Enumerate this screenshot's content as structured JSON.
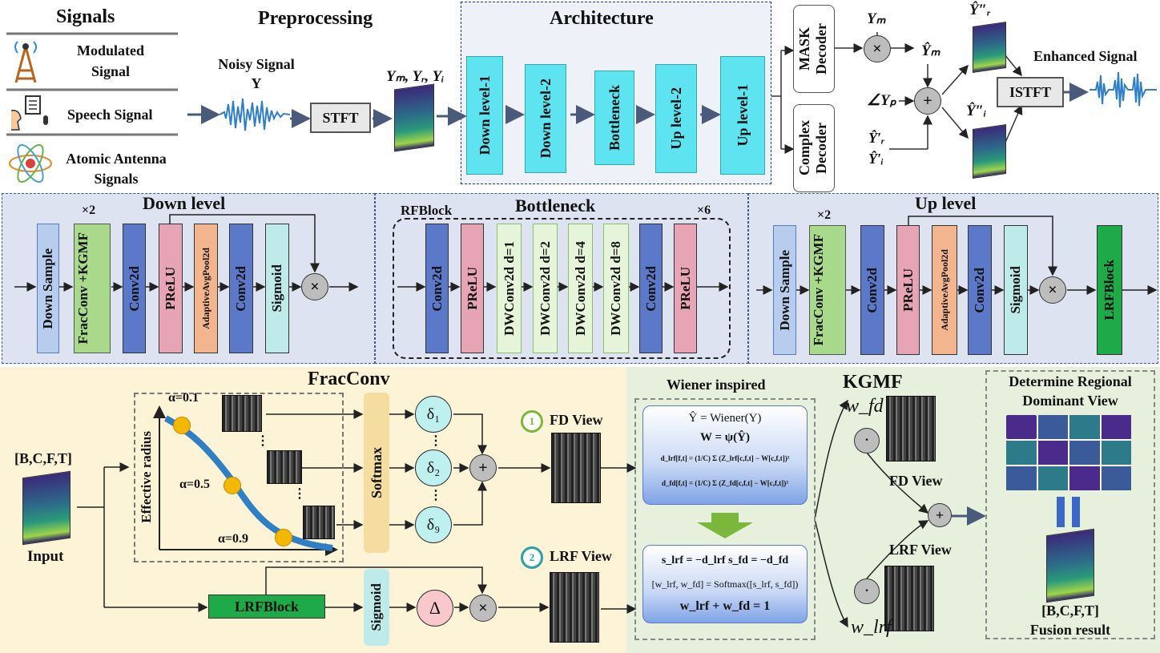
{
  "signals": {
    "title": "Signals",
    "modulated": "Modulated Signal",
    "speech": "Speech Signal",
    "atomic": "Atomic Antenna Signals"
  },
  "preprocessing": {
    "title": "Preprocessing",
    "noisy_line1": "Noisy Signal",
    "noisy_line2": "Y",
    "stft": "STFT",
    "ymri": "Yₘ, Yᵣ, Yᵢ"
  },
  "architecture": {
    "title": "Architecture",
    "blocks": [
      "Down level-1",
      "Down level-2",
      "Bottleneck",
      "Up level-2",
      "Up level-1"
    ]
  },
  "decoders": {
    "mask": "MASK Decoder",
    "complex": "Complex Decoder",
    "ym": "Yₘ",
    "ym_hat": "Ŷₘ",
    "angle": "∠Yₚ",
    "yr_prime": "Ŷ′ᵣ",
    "yi_prime": "Ŷ′ᵢ",
    "yr_dprime": "Ŷ″ᵣ",
    "yi_dprime": "Ŷ″ᵢ",
    "istft": "ISTFT",
    "enhanced": "Enhanced Signal"
  },
  "down_level": {
    "title": "Down  level",
    "mult": "×2",
    "blocks": [
      "Down  Sample",
      "FracConv +KGMF",
      "Conv2d",
      "PReLU",
      "AdaptiveAvgPool2d",
      "Conv2d",
      "Sigmoid"
    ]
  },
  "bottleneck": {
    "title": "Bottleneck",
    "rfblock": "RFBlock",
    "mult": "×6",
    "blocks": [
      "Conv2d",
      "PReLU",
      "DWConv2d d=1",
      "DWConv2d d=2",
      "DWConv2d d=4",
      "DWConv2d d=8",
      "Conv2d",
      "PReLU"
    ]
  },
  "up_level": {
    "title": "Up level",
    "mult": "×2",
    "blocks": [
      "Down  Sample",
      "FracConv +KGMF",
      "Conv2d",
      "PReLU",
      "AdaptiveAvgPool2d",
      "Conv2d",
      "Sigmoid",
      "LRFBlock"
    ]
  },
  "fracconv": {
    "title": "FracConv",
    "input_shape": "[B,C,F,T]",
    "input": "Input",
    "ylabel": "Effective radius",
    "alphas": [
      "α=0.1",
      "α=0.5",
      "α=0.9"
    ],
    "softmax": "Softmax",
    "deltas": [
      "δ₁",
      "δ₂",
      "δ₉"
    ],
    "fd_view": "FD View",
    "lrf_view": "LRF View",
    "lrfblock": "LRFBlock",
    "sigmoid": "Sigmoid",
    "delta": "Δ"
  },
  "wiener": {
    "title": "Wiener inspired",
    "eq1": "Ŷ = Wiener(Y)",
    "eq2": "W = ψ(Ŷ)",
    "eq3": "d_lrf[f,t] = (1/C) Σ (Z_lrf[c,f,t] − W[c,f,t])²",
    "eq4": "d_fd[f,t] = (1/C) Σ (Z_fd[c,f,t] − W[c,f,t])²",
    "eq5": "s_lrf = −d_lrf   s_fd = −d_fd",
    "eq6": "[w_lrf, w_fd] = Softmax([s_lrf, s_fd])",
    "eq7": "w_lrf + w_fd = 1"
  },
  "kgmf": {
    "title": "KGMF",
    "wfd": "w_fd",
    "wlrf": "w_lrf",
    "fd_view": "FD View",
    "lrf_view": "LRF View"
  },
  "regional": {
    "title_line1": "Determine Regional",
    "title_line2": "Dominant View",
    "shape": "[B,C,F,T]",
    "fusion": "Fusion result"
  },
  "colors": {
    "cyan": "#5ee3f0",
    "blue": "#5b78c9",
    "pink": "#e6a4b4",
    "green": "#a9d98b",
    "peach": "#f2b58e",
    "lightcyan": "#bfeaea",
    "yellowbg": "#fdf3d6",
    "greenbg": "#e6f0dc",
    "panelbg": "#dde3f1"
  }
}
